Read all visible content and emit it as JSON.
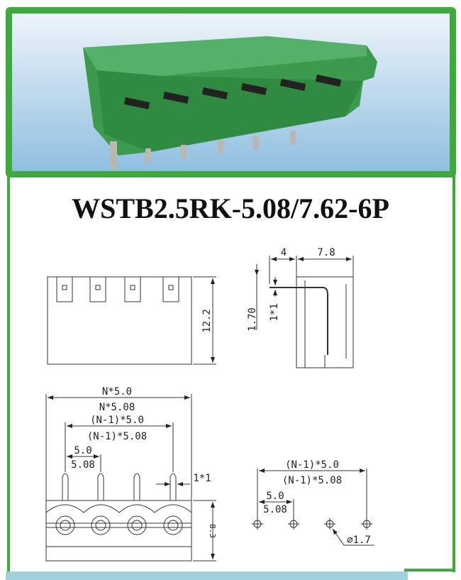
{
  "product": {
    "title": "WSTB2.5RK-5.08/7.62-6P",
    "photo_icon": "green-pluggable-terminal-block-6-pin-photo",
    "colors": {
      "frame": "#3fa93d",
      "connector": "#3b9a4e",
      "bottom_bar": "#9fd2db"
    }
  },
  "front_view": {
    "height_dim": "12.2"
  },
  "side_view": {
    "dim_a": "4",
    "dim_b": "7.8",
    "dim_c": "1.70",
    "pin_size": "1*1"
  },
  "pin_view": {
    "total_a": "N*5.0",
    "total_b": "N*5.08",
    "span_a": "(N-1)*5.0",
    "span_b": "(N-1)*5.08",
    "pitch_a": "5.0",
    "pitch_b": "5.08",
    "pin_size": "1*1",
    "height_dim": "8.3"
  },
  "hole_pattern": {
    "span_a": "(N-1)*5.0",
    "span_b": "(N-1)*5.08",
    "pitch_a": "5.0",
    "pitch_b": "5.08",
    "hole_dia": "⌀1.7"
  }
}
